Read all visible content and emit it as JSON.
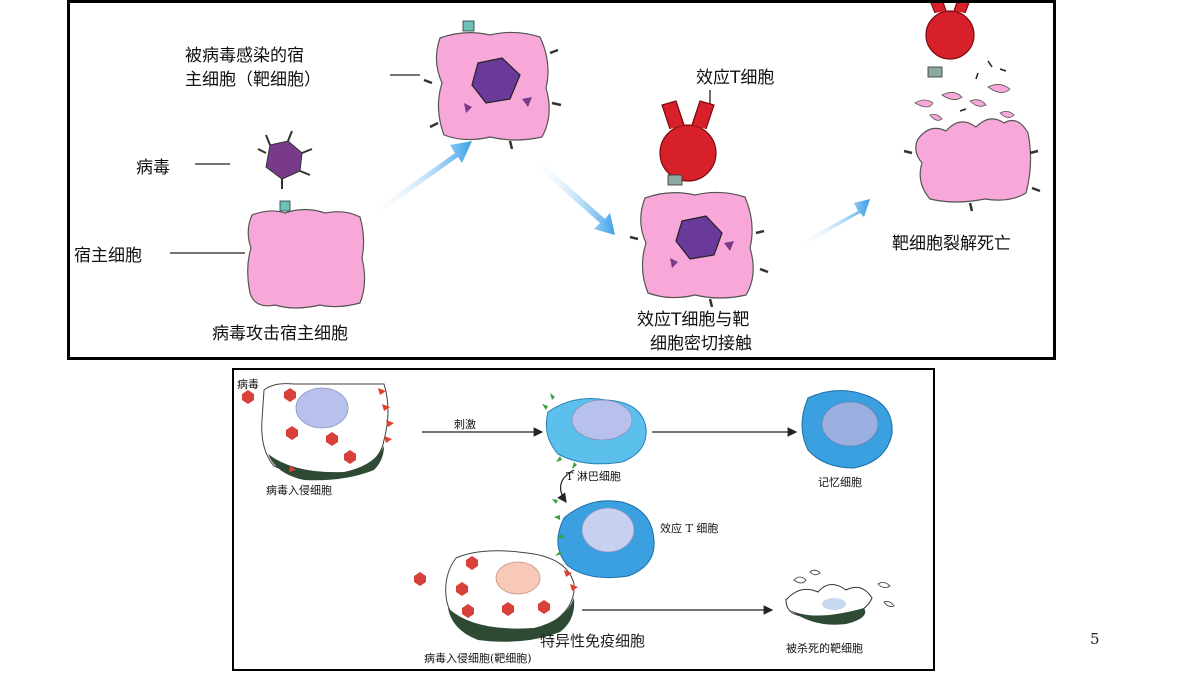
{
  "top_panel": {
    "labels": {
      "infected_cell_line1": "被病毒感染的宿",
      "infected_cell_line2": "主细胞（靶细胞）",
      "virus": "病毒",
      "host_cell": "宿主细胞",
      "virus_attacks": "病毒攻击宿主细胞",
      "effector_t": "效应T细胞",
      "contact_line1": "效应T细胞与靶",
      "contact_line2": "细胞密切接触",
      "lysis": "靶细胞裂解死亡"
    }
  },
  "bottom_panel": {
    "labels": {
      "virus": "病毒",
      "stimulate": "刺激",
      "invaded_cell": "病毒入侵细胞",
      "t_lymphocyte": "T 淋巴细胞",
      "memory_cell": "记忆细胞",
      "effector_t": "效应 T 细胞",
      "invaded_target": "病毒入侵细胞(靶细胞)",
      "killed_target": "被杀死的靶细胞"
    }
  },
  "footer": {
    "caption": "特异性免疫细胞",
    "page_number": "5"
  },
  "colors": {
    "cell_pink": "#f7a8d8",
    "virus_purple": "#7a3a8a",
    "t_cell_red": "#d8202a",
    "arrow_blue": "#3aa0e8",
    "lymph_blue": "#5cc0ec",
    "nucleus_lavender": "#b8c0ec",
    "virus_red": "#d8403a"
  }
}
